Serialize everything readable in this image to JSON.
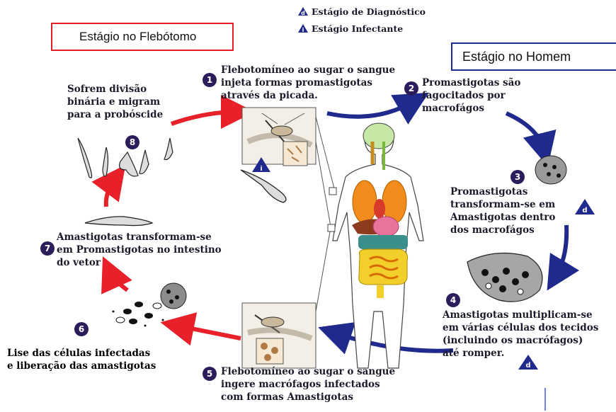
{
  "legend": {
    "diagnostic": {
      "symbol": "d",
      "label": "Estágio de Diagnóstico"
    },
    "infective": {
      "symbol": "i",
      "label": "Estágio Infectante"
    }
  },
  "boxes": {
    "sandfly": "Estágio no Flebótomo",
    "human": "Estágio no Homem"
  },
  "steps": [
    {
      "n": "1",
      "text": [
        "Flebotomíneo ao sugar o sangue",
        "injeta formas promastigotas",
        "através da picada."
      ]
    },
    {
      "n": "2",
      "text": [
        "Promastigotas são",
        "fagocitados por",
        "macrofágos"
      ]
    },
    {
      "n": "3",
      "text": [
        "Promastigotas",
        "transformam-se em",
        "Amastigotas dentro",
        "dos macrofágos"
      ]
    },
    {
      "n": "4",
      "text": [
        "Amastigotas multiplicam-se",
        "em várias células dos tecidos",
        "(incluindo os macrófagos)",
        "até romper."
      ]
    },
    {
      "n": "5",
      "text": [
        "Flebotomíneo ao sugar o sangue",
        "ingere macrófagos infectados",
        "com formas Amastigotas"
      ]
    },
    {
      "n": "6",
      "text": [
        "Lise das células infectadas",
        "e liberação das amastigotas"
      ]
    },
    {
      "n": "7",
      "text": [
        "Amastigotas transformam-se",
        "em Promastigotas no intestino",
        "do vetor"
      ]
    },
    {
      "n": "8",
      "text": [
        "Sofrem divisão",
        "binária e migram",
        "para a probóscide"
      ]
    }
  ],
  "colors": {
    "red_arrow": "#e8202a",
    "blue_arrow": "#1f2a8c",
    "badge": "#2b1c5c",
    "sandfly_box_border": "#e31e24",
    "human_box_border": "#1f2a8c"
  }
}
